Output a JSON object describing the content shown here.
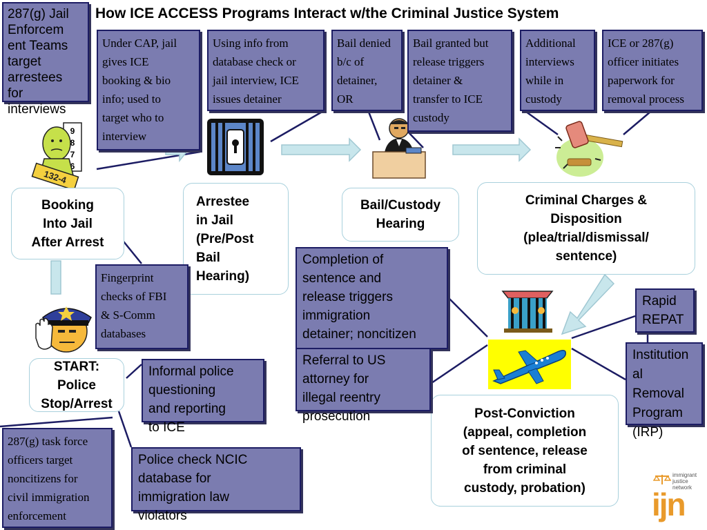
{
  "title": "How ICE ACCESS Programs Interact w/the Criminal Justice System",
  "stages": {
    "booking": "Booking\nInto Jail\nAfter Arrest",
    "arrestee": "Arrestee\nin Jail\n(Pre/Post\nBail\nHearing)",
    "bail": "Bail/Custody\nHearing",
    "charges": "Criminal Charges &\nDisposition\n(plea/trial/dismissal/\nsentence)",
    "start": "START:\nPolice\nStop/Arrest",
    "postconviction": "Post-Conviction\n(appeal, completion\nof sentence, release\nfrom criminal\ncustody, probation)"
  },
  "callouts": {
    "enforcement_teams": "287(g) Jail\nEnforcem\nent Teams\ntarget\narrestees\nfor\ninterviews",
    "cap": "Under CAP, jail\ngives ICE\nbooking & bio\ninfo; used to\ntarget who to\ninterview",
    "detainer_info": "Using info from\ndatabase check or\njail interview, ICE\nissues detainer",
    "bail_denied": "Bail denied\nb/c of\ndetainer,\nOR",
    "bail_granted": "Bail granted but\nrelease triggers\ndetainer &\ntransfer to ICE\ncustody",
    "additional_interviews": "Additional\ninterviews\nwhile in\ncustody",
    "removal_paperwork": "ICE or 287(g)\nofficer initiates\npaperwork for\nremoval process",
    "fingerprint": "Fingerprint\nchecks of FBI\n& S-Comm\ndatabases",
    "completion_sentence": "Completion of\nsentence and\nrelease triggers\nimmigration\ndetainer; noncitizen",
    "rapid_repat": "Rapid\nREPAT",
    "institutional_removal": "Institution\nal\nRemoval\nProgram\n(IRP)",
    "informal_questioning": "Informal police\nquestioning\nand reporting\nto ICE",
    "referral_us_attorney": "Referral to US\nattorney for\nillegal reentry\nprosecution",
    "task_force": "287(g) task force\nofficers target\nnoncitizens for\ncivil immigration\nenforcement",
    "ncic": "Police check NCIC\ndatabase for\nimmigration law\nviolators"
  },
  "icons": {
    "mugshot": "mugshot-icon",
    "jail_door": "jail-door-icon",
    "judge": "judge-icon",
    "gavel": "gavel-icon",
    "police_officer": "police-officer-icon",
    "prison_bars": "prison-bars-icon",
    "airplane": "airplane-icon",
    "logo": "ijn-logo-icon"
  },
  "mugshot_numbers": [
    "9",
    "8",
    "7",
    "6"
  ],
  "mugshot_plate": "132-4",
  "logo": {
    "mark": "ijn",
    "text": "immigrant\njustice\nnetwork"
  },
  "colors": {
    "callout_fill": "#7b7cb0",
    "callout_border": "#1c1c63",
    "stage_border": "#a8d0dc",
    "arrow_fill": "#c8e6ec",
    "logo_orange": "#e99a2b"
  }
}
